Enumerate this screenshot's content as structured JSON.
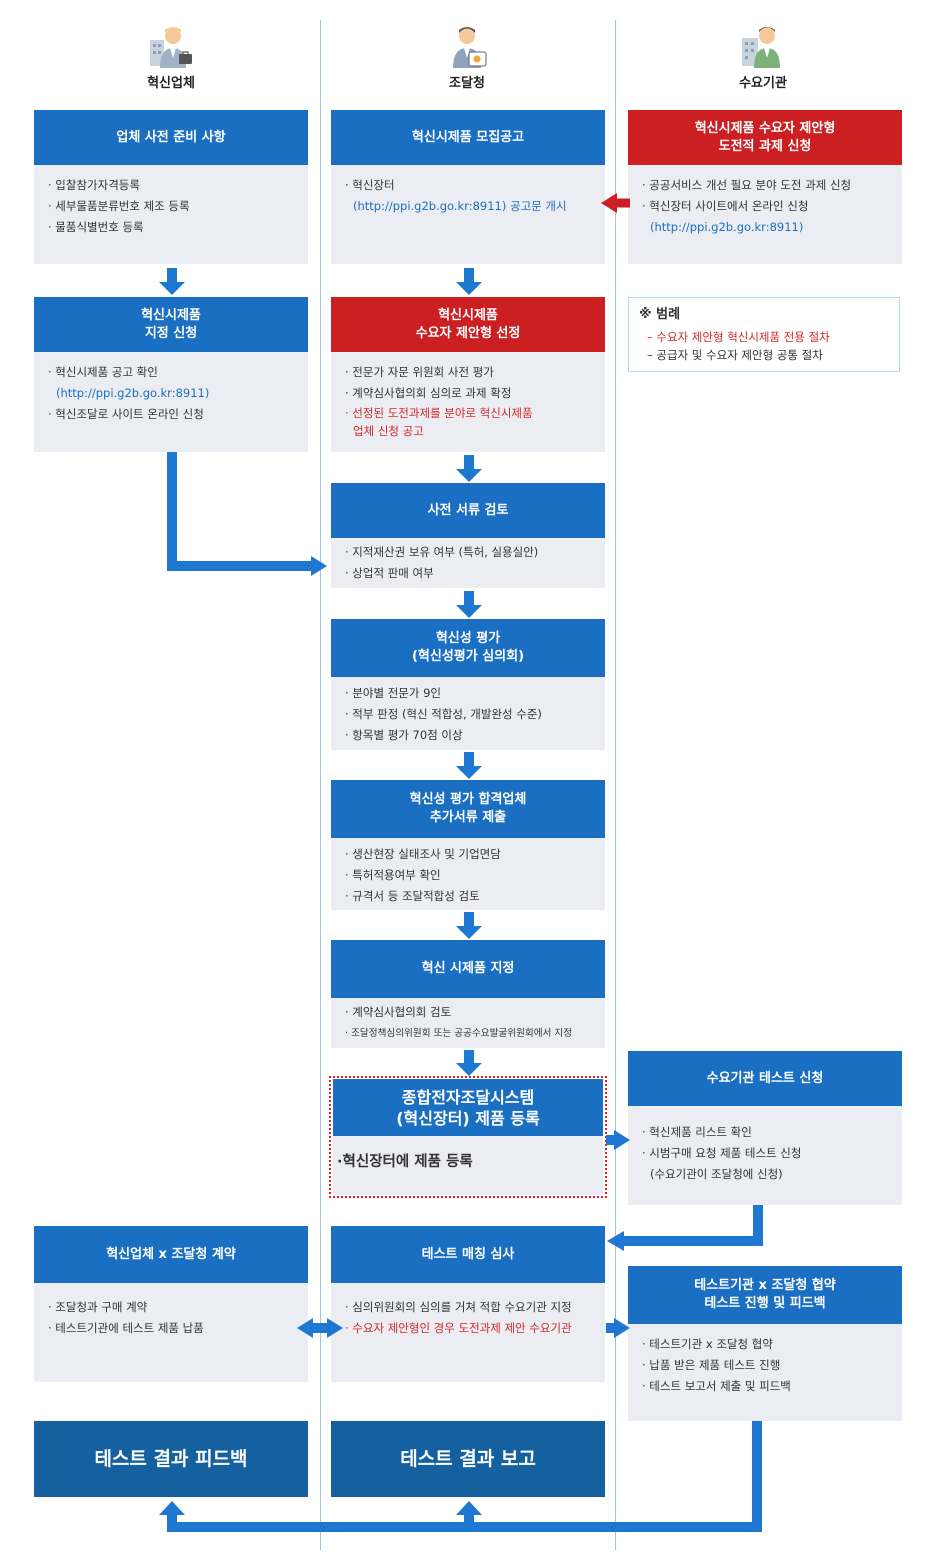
{
  "actors": {
    "company": "혁신업체",
    "pps": "조달청",
    "agency": "수요기관"
  },
  "boxes": {
    "prep": {
      "title": "업체 사전 준비 사항",
      "items": [
        "· 입찰참가자격등록",
        "· 세부물품분류번호 제조 등록",
        "· 물품식별번호 등록"
      ]
    },
    "recruit": {
      "title": "혁신시제품 모집공고",
      "items": [
        "· 혁신장터",
        "(http://ppi.g2b.go.kr:8911) 공고문 개시"
      ]
    },
    "proposal": {
      "title_line1": "혁신시제품 수요자 제안형",
      "title_line2": "도전적 과제 신청",
      "items": [
        "· 공공서비스 개선 필요 분야 도전 과제 신청",
        "· 혁신장터 사이트에서 온라인 신청",
        "(http://ppi.g2b.go.kr:8911)"
      ]
    },
    "apply": {
      "title_line1": "혁신시제품",
      "title_line2": "지정 신청",
      "items": [
        "· 혁신시제품 공고 확인",
        "(http://ppi.g2b.go.kr:8911)",
        "· 혁신조달로 사이트 온라인 신청"
      ]
    },
    "select": {
      "title_line1": "혁신시제품",
      "title_line2": "수요자 제안형 선정",
      "items": [
        "· 전문가 자문 위원회 사전 평가",
        "· 계약심사협의회 심의로 과제 확정",
        "· 선정된 도전과제를 분야로 혁신시제품",
        "업체 신청 공고"
      ]
    },
    "docs": {
      "title": "사전 서류 검토",
      "items": [
        "· 지적재산권 보유 여부 (특허, 실용실안)",
        "· 상업적 판매 여부"
      ]
    },
    "innov": {
      "title_line1": "혁신성 평가",
      "title_line2": "(혁신성평가 심의회)",
      "items": [
        "· 분야별 전문가 9인",
        "· 적부 판정 (혁신 적합성, 개발완성 수준)",
        "· 항목별 평가 70점 이상"
      ]
    },
    "passed": {
      "title_line1": "혁신성 평가 합격업체",
      "title_line2": "추가서류 제출",
      "items": [
        "· 생산현장 실태조사 및 기업면담",
        "· 특허적용여부 확인",
        "· 규격서 등 조달적합성 검토"
      ]
    },
    "designate": {
      "title": "혁신 시제품 지정",
      "items": [
        "· 계약심사협의회 검토",
        "· 조달정책심의위원회 또는 공공수요발굴위원회에서 지정"
      ]
    },
    "register": {
      "title_line1": "종합전자조달시스템",
      "title_line2": "(혁신장터) 제품 등록",
      "items": [
        "·혁신장터에 제품 등록"
      ]
    },
    "testapply": {
      "title": "수요기관 테스트 신청",
      "items": [
        "· 혁신제품 리스트 확인",
        "· 시범구매 요청 제품 테스트 신청",
        "(수요기관이 조달청에 신청)"
      ]
    },
    "contract": {
      "title": "혁신업체 x 조달청 계약",
      "items": [
        "· 조달청과 구매 계약",
        "· 테스트기관에 테스트 제품 납품"
      ]
    },
    "matching": {
      "title": "테스트 매칭 심사",
      "items": [
        "· 심의위원회의 심의를 거쳐 적합 수요기관 지정",
        "· 수요자 제안형인 경우 도전과제 제안 수요기관"
      ]
    },
    "agreement": {
      "title_line1": "테스트기관 x 조달청 협약",
      "title_line2": "테스트 진행 및 피드백",
      "items": [
        "· 테스트기관 x 조달청 협약",
        "· 납품 받은 제품 테스트 진행",
        "· 테스트 보고서 제출 및 피드백"
      ]
    },
    "feedback": {
      "title": "테스트 결과 피드백"
    },
    "report": {
      "title": "테스트 결과 보고"
    }
  },
  "legend": {
    "title": "※ 범례",
    "red_item": "– 수요자 제안형 혁신시제품 전용 절차",
    "common_item": "– 공급자 및 수요자 제안형 공통 절차"
  },
  "colors": {
    "blue": "#1a6fc2",
    "red": "#cc1f22",
    "dark_blue": "#15609f",
    "body_bg": "#ebedf2",
    "arrow_blue": "#1e78d2",
    "arrow_red": "#cc1f22"
  }
}
